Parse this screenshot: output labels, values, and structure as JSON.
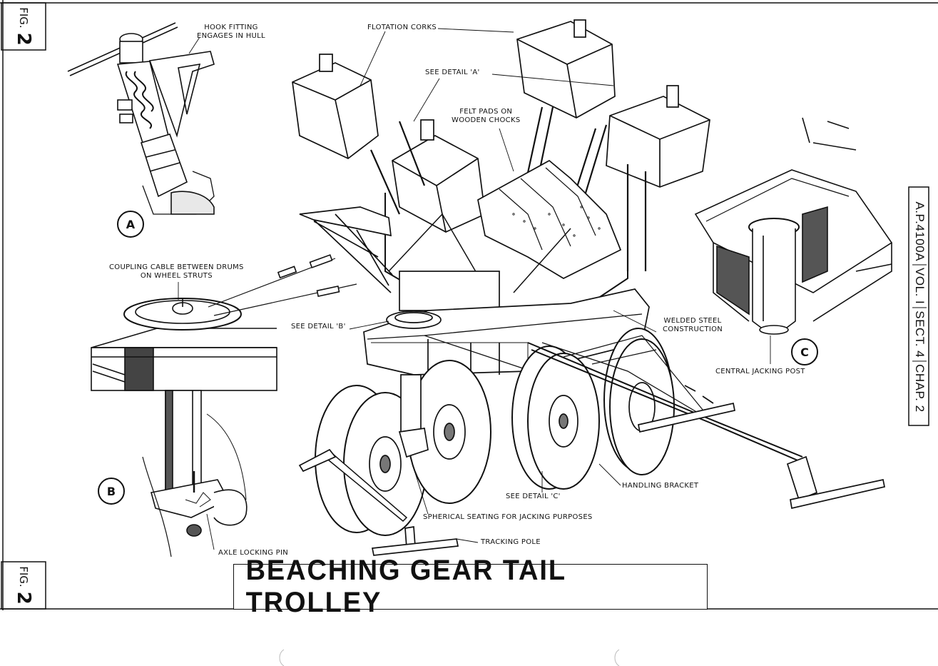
{
  "fig_tag": {
    "word": "FIG.",
    "number": "2"
  },
  "title": "BEACHING GEAR   TAIL TROLLEY",
  "side_reference": [
    "A.P.4100A",
    "VOL. I",
    "SECT. 4",
    "CHAP. 2"
  ],
  "detail_markers": [
    "A",
    "B",
    "C"
  ],
  "labels": {
    "hook_fitting": [
      "HOOK FITTING",
      "ENGAGES IN HULL"
    ],
    "flotation_corks": "FLOTATION CORKS",
    "see_detail_a": "SEE DETAIL 'A'",
    "felt_pads": [
      "FELT PADS ON",
      "WOODEN CHOCKS"
    ],
    "coupling_cable": [
      "COUPLING CABLE BETWEEN DRUMS",
      "ON WHEEL STRUTS"
    ],
    "see_detail_b": "SEE DETAIL 'B'",
    "welded_steel": [
      "WELDED STEEL",
      "CONSTRUCTION"
    ],
    "central_jacking_post": "CENTRAL JACKING POST",
    "handling_bracket": "HANDLING BRACKET",
    "see_detail_c": "SEE DETAIL 'C'",
    "spherical_seating": "SPHERICAL SEATING FOR JACKING PURPOSES",
    "tracking_pole": "TRACKING POLE",
    "axle_locking_pin": "AXLE LOCKING PIN"
  }
}
